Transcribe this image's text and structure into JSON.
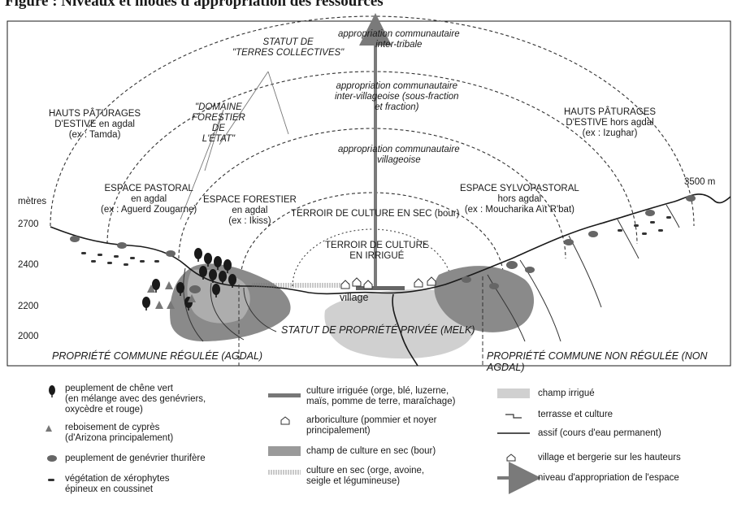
{
  "figure": {
    "title": "Figure : Niveaux et modes d'appropriation des ressources"
  },
  "diagram": {
    "arcs": [
      {
        "label": "appropriation communautaire\ninter-tribale"
      },
      {
        "label": "appropriation communautaire\ninter-villageoise (sous-fraction\net fraction)"
      },
      {
        "label": "appropriation communautaire\nvillageoise"
      }
    ],
    "statut_collectif": "STATUT DE\n\"TERRES COLLECTIVES\"",
    "domaine_forestier": "\"DOMAINE\nFORESTIER\nDE\nL'ÉTAT\"",
    "hauts_paturages_left": "HAUTS PÂTURAGES\nD'ESTIVE en agdal\n(ex : Tamda)",
    "hauts_paturages_right": "HAUTS PÂTURAGES\nD'ESTIVE hors agdal\n(ex : Izughar)",
    "espace_pastoral": "ESPACE PASTORAL\nen agdal\n(ex : Aguerd Zougarne)",
    "espace_forestier": "ESPACE FORESTIER\nen agdal\n(ex : Ikiss)",
    "espace_sylvopastoral": "ESPACE SYLVOPASTORAL\nhors agdal\n(ex : Moucharika Aït R'bat)",
    "terroir_sec": "TERROIR DE CULTURE EN SEC (bour)",
    "terroir_irrigue": "TERROIR DE CULTURE\nEN IRRIGUÉ",
    "village": "village",
    "statut_prive": "STATUT DE PROPRIÉTÉ PRIVÉE (MELK)",
    "propriete_agdal": "PROPRIÉTÉ COMMUNE RÉGULÉE (AGDAL)",
    "propriete_non_agdal": "PROPRIÉTÉ COMMUNE NON RÉGULÉE (NON AGDAL)",
    "altitude_unit": "mètres",
    "altitudes": [
      "2700",
      "2400",
      "2200",
      "2000"
    ],
    "peak": "3500 m"
  },
  "legend": {
    "col1": [
      {
        "icon": "oak-tree-icon",
        "text": "peuplement de chêne vert\n(en mélange avec des genévriers,\noxycèdre et rouge)"
      },
      {
        "icon": "cypress-icon",
        "text": "reboisement de cyprès\n(d'Arizona principalement)"
      },
      {
        "icon": "juniper-icon",
        "text": "peuplement de genévrier thurifère"
      },
      {
        "icon": "cushion-plant-icon",
        "text": "végétation de xérophytes\népineux en coussinet"
      }
    ],
    "col2": [
      {
        "icon": "irrigated-crop-swatch",
        "text": "culture irriguée (orge, blé, luzerne,\nmaïs, pomme de terre, maraîchage)"
      },
      {
        "icon": "fruit-tree-icon",
        "text": "arboriculture (pommier et noyer\nprincipalement)"
      },
      {
        "icon": "dry-field-swatch",
        "text": "champ de culture en sec (bour)"
      },
      {
        "icon": "dry-crop-hatch-swatch",
        "text": "culture en sec (orge, avoine,\nseigle et légumineuse)"
      }
    ],
    "col3": [
      {
        "icon": "irrigated-field-swatch",
        "text": "champ irrigué"
      },
      {
        "icon": "terrace-icon",
        "text": "terrasse et culture"
      },
      {
        "icon": "river-line-icon",
        "text": "assif (cours d'eau permanent)"
      },
      {
        "icon": "village-icon",
        "text": "village et bergerie sur les hauteurs"
      },
      {
        "icon": "arrow-icon",
        "text": "niveau d'appropriation de l'espace"
      }
    ]
  },
  "colors": {
    "dark_fill": "#8a8a8a",
    "light_fill": "#cfcfcf",
    "line": "#1a1a1a",
    "arrow": "#7a7a7a"
  }
}
